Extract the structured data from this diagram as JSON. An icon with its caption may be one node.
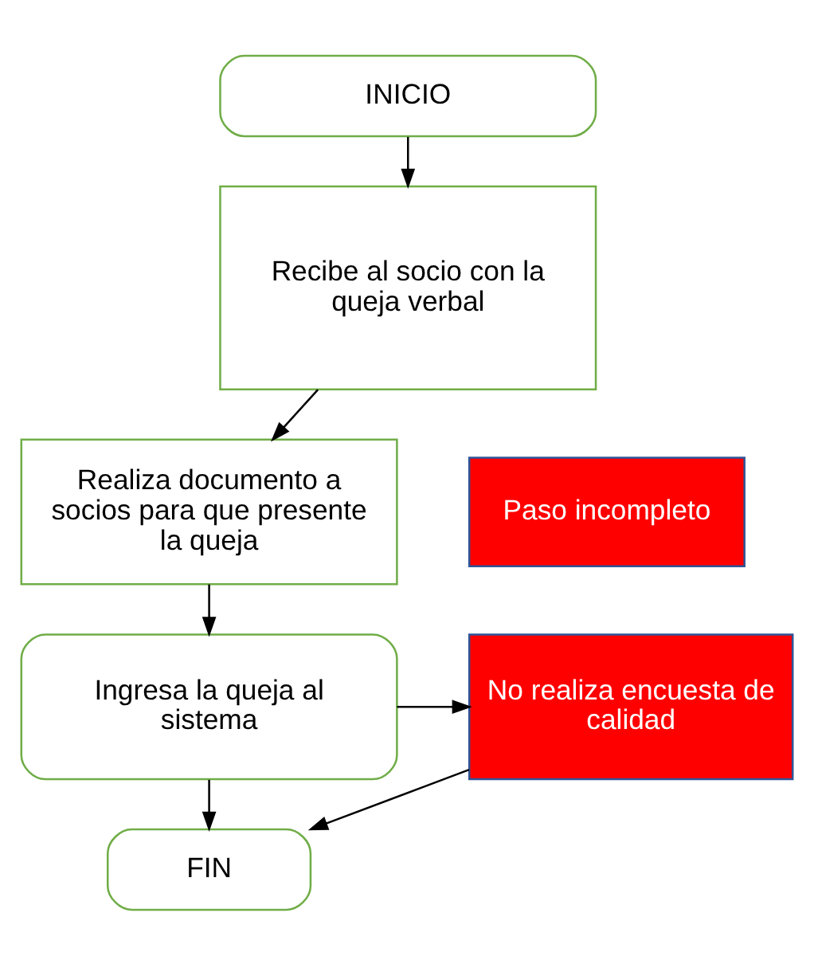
{
  "diagram": {
    "nodes": [
      {
        "text": [
          "INICIO"
        ]
      },
      {
        "text": [
          "Recibe al socio con la queja verbal"
        ]
      },
      {
        "text": [
          "Realiza documento a socios para que presente la queja"
        ]
      },
      {
        "text": [
          "Paso incompleto"
        ]
      },
      {
        "text": [
          "Ingresa la queja al sistema"
        ]
      },
      {
        "text": [
          "No realiza encuesta de calidad"
        ]
      },
      {
        "text": [
          "FIN"
        ]
      }
    ],
    "edges": [
      {
        "from": 0,
        "to": 1,
        "arrow": "to"
      },
      {
        "from": 1,
        "to": 2,
        "arrow": "to"
      },
      {
        "from": 2,
        "to": 4,
        "arrow": "to"
      },
      {
        "from": 4,
        "to": 5,
        "arrow": "to"
      },
      {
        "from": 4,
        "to": 6,
        "arrow": "to"
      },
      {
        "from": 5,
        "to": 6,
        "arrow": "to"
      }
    ]
  }
}
